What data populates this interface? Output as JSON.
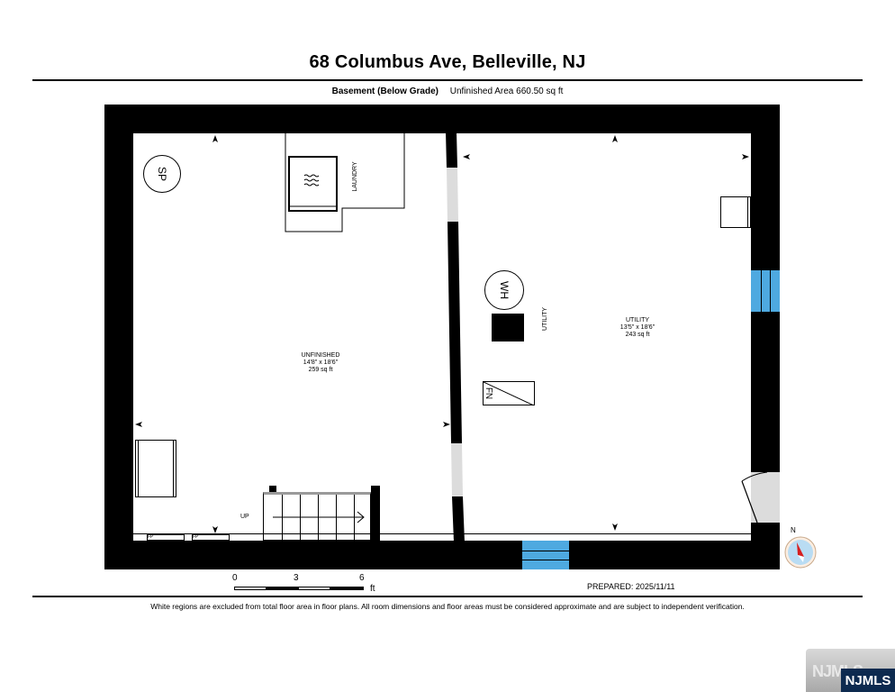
{
  "header": {
    "title": "68 Columbus Ave, Belleville, NJ",
    "level": "Basement (Below Grade)",
    "area": "Unfinished Area 660.50 sq ft"
  },
  "rooms": {
    "unfinished": {
      "name": "UNFINISHED",
      "dims": "14'8\" x 18'6\"",
      "area": "259 sq ft"
    },
    "utility": {
      "name": "UTILITY",
      "dims": "13'5\" x 18'6\"",
      "area": "243 sq ft"
    }
  },
  "fixtures": {
    "sump_pump": "SP",
    "laundry": "LAUNDRY",
    "water_heater": "WH",
    "utility_tag": "UTILITY",
    "furnace": "FN",
    "stairs": "UP",
    "fireplace_a": "FP",
    "fireplace_b": "FP"
  },
  "scale": {
    "ticks": [
      "0",
      "3",
      "6"
    ],
    "unit": "ft"
  },
  "compass": {
    "label": "N"
  },
  "footer": {
    "prepared": "PREPARED: 2025/11/11",
    "disclaimer": "White regions are excluded from total floor area in floor plans. All room dimensions and floor areas must be considered approximate and are subject to independent verification."
  },
  "logo": {
    "ghost": "NJMLS",
    "text": "NJMLS"
  },
  "colors": {
    "wall": "#000000",
    "window": "#4ea9e0",
    "opening": "#dcdcdc",
    "compass_needle": "#d61f1f"
  }
}
